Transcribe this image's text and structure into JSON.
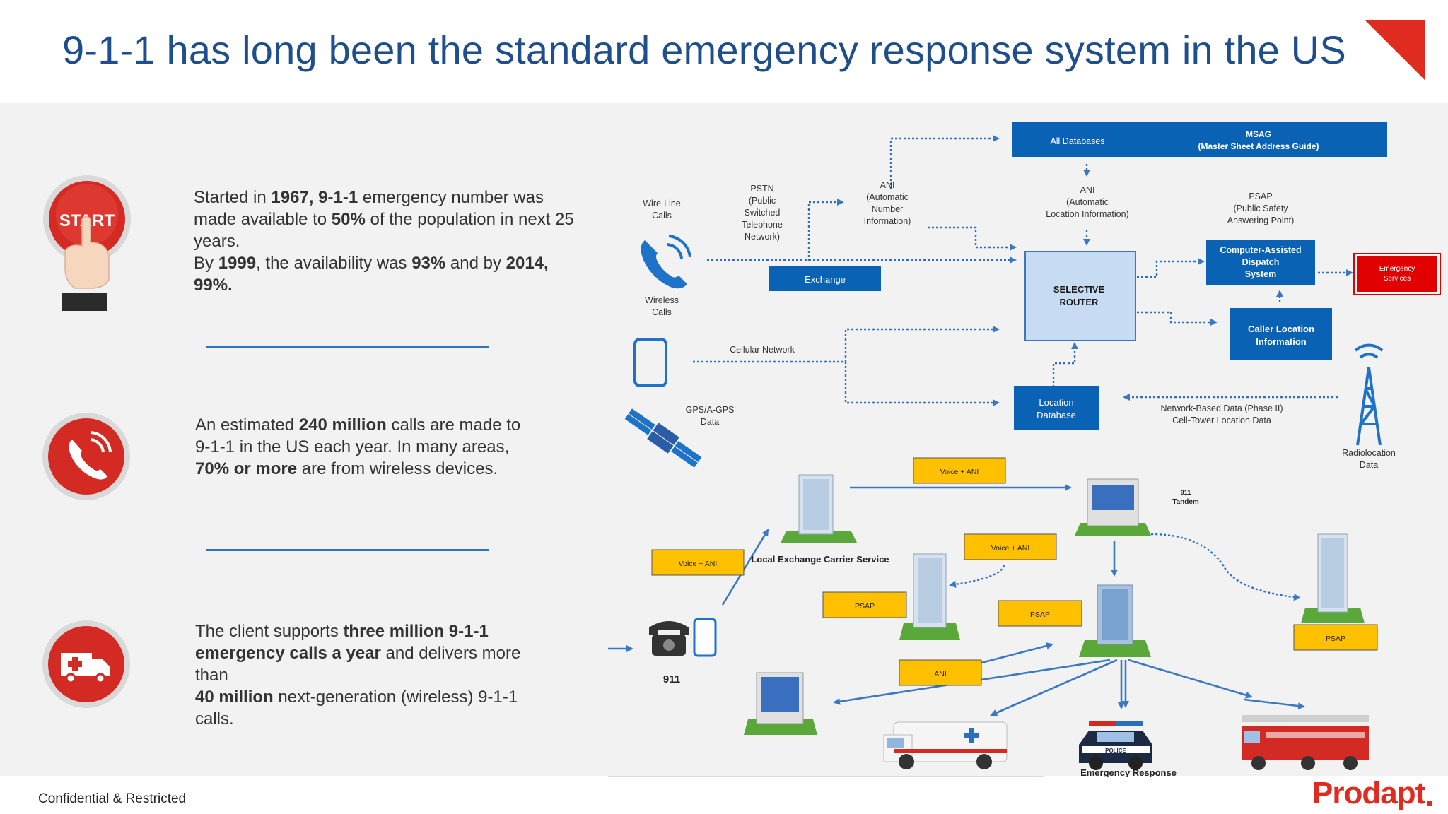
{
  "slide": {
    "title": "9-1-1 has long been the standard emergency response system in the US",
    "footer": "Confidential & Restricted",
    "brand": "Prodapt"
  },
  "stats": [
    {
      "icon": "start-button-icon",
      "lines": [
        [
          {
            "t": "Started in "
          },
          {
            "t": "1967, 9-1-1",
            "b": true
          },
          {
            "t": " emergency number was"
          }
        ],
        [
          {
            "t": "made available to "
          },
          {
            "t": "50%",
            "b": true
          },
          {
            "t": " of the population in next 25"
          }
        ],
        [
          {
            "t": "years."
          }
        ],
        [
          {
            "t": "By "
          },
          {
            "t": "1999",
            "b": true
          },
          {
            "t": ", the availability was "
          },
          {
            "t": "93%",
            "b": true
          },
          {
            "t": " and by "
          },
          {
            "t": "2014,",
            "b": true
          }
        ],
        [
          {
            "t": "99%.",
            "b": true
          }
        ]
      ]
    },
    {
      "icon": "phone-call-icon",
      "lines": [
        [
          {
            "t": "An estimated "
          },
          {
            "t": "240 million",
            "b": true
          },
          {
            "t": " calls are made to"
          }
        ],
        [
          {
            "t": "9-1-1 in the US each year. In many areas,"
          }
        ],
        [
          {
            "t": "70% or more",
            "b": true
          },
          {
            "t": " are from wireless devices."
          }
        ]
      ]
    },
    {
      "icon": "ambulance-icon",
      "lines": [
        [
          {
            "t": "The client supports "
          },
          {
            "t": "three million 9-1-1",
            "b": true
          }
        ],
        [
          {
            "t": "emergency calls a year",
            "b": true
          },
          {
            "t": " and delivers more"
          }
        ],
        [
          {
            "t": "than"
          }
        ],
        [
          {
            "t": "40 million",
            "b": true
          },
          {
            "t": " next-generation (wireless) 9-1-1"
          }
        ],
        [
          {
            "t": "calls."
          }
        ]
      ]
    }
  ],
  "diagram": {
    "all_databases": "All Databases",
    "msag_1": "MSAG",
    "msag_2": "(Master Sheet Address Guide)",
    "wireline_1": "Wire-Line",
    "wireline_2": "Calls",
    "wireless_1": "Wireless",
    "wireless_2": "Calls",
    "pstn_1": "PSTN",
    "pstn_2": "(Public",
    "pstn_3": "Switched",
    "pstn_4": "Telephone",
    "pstn_5": "Network)",
    "ani_top_1": "ANI",
    "ani_top_2": "(Automatic",
    "ani_top_3": "Number",
    "ani_top_4": "Information)",
    "ani_loc_1": "ANI",
    "ani_loc_2": "(Automatic",
    "ani_loc_3": "Location Information)",
    "psap_1": "PSAP",
    "psap_2": "(Public Safety",
    "psap_3": "Answering Point)",
    "exchange": "Exchange",
    "router_1": "SELECTIVE",
    "router_2": "ROUTER",
    "cad_1": "Computer-Assisted",
    "cad_2": "Dispatch",
    "cad_3": "System",
    "emergency_1": "Emergency",
    "emergency_2": "Services",
    "caller_loc_1": "Caller Location",
    "caller_loc_2": "Information",
    "cellular": "Cellular Network",
    "gps_1": "GPS/A-GPS",
    "gps_2": "Data",
    "location_db_1": "Location",
    "location_db_2": "Database",
    "network_based_1": "Network-Based Data (Phase II)",
    "network_based_2": "Cell-Tower Location Data",
    "radio_1": "Radiolocation",
    "radio_2": "Data",
    "voice_ani": "Voice + ANI",
    "tandem_1": "911",
    "tandem_2": "Tandem",
    "lec": "Local Exchange Carrier Service",
    "psap": "PSAP",
    "ani": "ANI",
    "n911": "911",
    "emergency_response": "Emergency Response",
    "police": "POLICE"
  },
  "colors": {
    "title": "#1f4e8c",
    "box_blue": "#0a62b5",
    "router_fill": "#c7dcf2",
    "yellow": "#ffc000",
    "red": "#e02b20",
    "line": "#3a78c2"
  }
}
